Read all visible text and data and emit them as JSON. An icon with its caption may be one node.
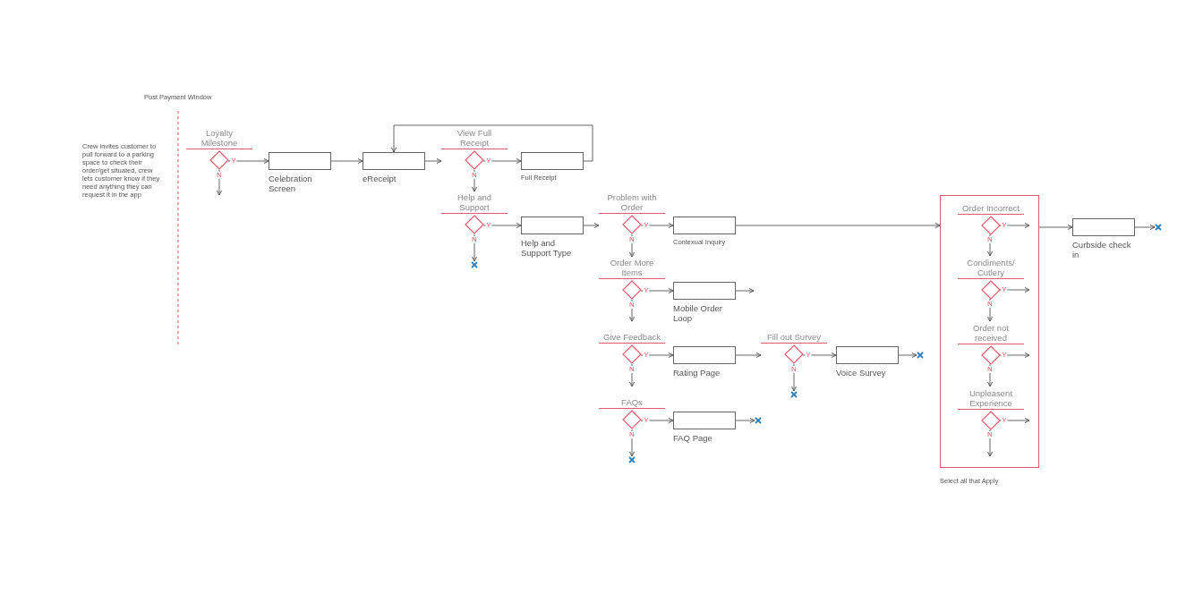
{
  "diagram": {
    "nodes": [
      {
        "text": [
          "Loyalty Milestone"
        ]
      },
      {
        "text": [
          "Celebration Screen"
        ]
      },
      {
        "text": [
          "eReceipt"
        ]
      },
      {
        "text": [
          "View Full Receipt"
        ]
      },
      {
        "text": [
          "Full Receipt"
        ]
      },
      {
        "text": [
          "Help and Support"
        ]
      },
      {
        "text": [],
        "shape": "cross"
      },
      {
        "text": [
          "Help and Support Type"
        ]
      },
      {
        "text": [
          "Problem with Order"
        ]
      },
      {
        "text": [
          "Contexual Inquiry"
        ]
      },
      {
        "text": [
          "Order More Items"
        ]
      },
      {
        "text": [
          "Mobile Order Loop"
        ]
      },
      {
        "text": [
          "Give Feedback"
        ]
      },
      {
        "text": [
          "Rating Page"
        ]
      },
      {
        "text": [
          "Fill out Survey"
        ]
      },
      {
        "text": [
          "Voice Survey"
        ]
      },
      {
        "text": [],
        "shape": "cross"
      },
      {
        "text": [],
        "shape": "cross"
      },
      {
        "text": [
          "FAQs"
        ]
      },
      {
        "text": [
          "FAQ Page"
        ]
      },
      {
        "text": [],
        "shape": "cross"
      },
      {
        "text": [],
        "shape": "cross"
      },
      {
        "text": [],
        "shape": "box",
        "beside": [
          "Select all that Apply"
        ]
      },
      {
        "text": [
          "Order Incorrect"
        ],
        "in": 22
      },
      {
        "text": [
          "Condiments/ Cutlery"
        ],
        "in": 22
      },
      {
        "text": [
          "Order not received"
        ],
        "in": 22
      },
      {
        "text": [
          "Unpleasent Experience"
        ],
        "in": 22
      },
      {
        "text": [
          "Curbside check in"
        ]
      },
      {
        "text": [],
        "shape": "cross"
      }
    ],
    "edges": [
      {
        "from": 0,
        "to": 1,
        "arrow": "to",
        "label": "Y"
      },
      {
        "from": 0,
        "to": null,
        "arrow": "to",
        "label": "N"
      },
      {
        "from": 1,
        "to": 2,
        "arrow": "to"
      },
      {
        "from": 2,
        "to": 3,
        "arrow": "to"
      },
      {
        "from": 3,
        "to": 4,
        "arrow": "to",
        "label": "Y"
      },
      {
        "from": 4,
        "to": 2,
        "arrow": "to"
      },
      {
        "from": 3,
        "to": 5,
        "arrow": "to",
        "label": "N"
      },
      {
        "from": 5,
        "to": 7,
        "arrow": "to",
        "label": "Y"
      },
      {
        "from": 5,
        "to": 6,
        "arrow": "to",
        "label": "N"
      },
      {
        "from": 7,
        "to": 8,
        "arrow": "to"
      },
      {
        "from": 8,
        "to": 9,
        "arrow": "to",
        "label": "Y"
      },
      {
        "from": 8,
        "to": 10,
        "arrow": "to",
        "label": "N"
      },
      {
        "from": 9,
        "to": 22,
        "arrow": "to"
      },
      {
        "from": 10,
        "to": 11,
        "arrow": "to",
        "label": "Y"
      },
      {
        "from": 10,
        "to": 12,
        "arrow": "to",
        "label": "N"
      },
      {
        "from": 11,
        "to": null,
        "arrow": "to"
      },
      {
        "from": 12,
        "to": 13,
        "arrow": "to",
        "label": "Y"
      },
      {
        "from": 12,
        "to": 18,
        "arrow": "to",
        "label": "N"
      },
      {
        "from": 13,
        "to": 14,
        "arrow": "to"
      },
      {
        "from": 14,
        "to": 15,
        "arrow": "to",
        "label": "Y"
      },
      {
        "from": 14,
        "to": 17,
        "arrow": "to",
        "label": "N"
      },
      {
        "from": 15,
        "to": 16,
        "arrow": "to"
      },
      {
        "from": 18,
        "to": 19,
        "arrow": "to",
        "label": "Y"
      },
      {
        "from": 18,
        "to": 21,
        "arrow": "to",
        "label": "N"
      },
      {
        "from": 19,
        "to": 20,
        "arrow": "to"
      },
      {
        "from": 23,
        "to": null,
        "arrow": "to",
        "label": "Y"
      },
      {
        "from": 23,
        "to": 24,
        "arrow": "to",
        "label": "N"
      },
      {
        "from": 24,
        "to": null,
        "arrow": "to",
        "label": "Y"
      },
      {
        "from": 24,
        "to": 25,
        "arrow": "to",
        "label": "N"
      },
      {
        "from": 25,
        "to": null,
        "arrow": "to",
        "label": "Y"
      },
      {
        "from": 25,
        "to": 26,
        "arrow": "to",
        "label": "N"
      },
      {
        "from": 26,
        "to": null,
        "arrow": "to",
        "label": "Y"
      },
      {
        "from": 26,
        "to": null,
        "arrow": "to",
        "label": "N"
      },
      {
        "from": 22,
        "to": 27,
        "arrow": "to"
      },
      {
        "from": 27,
        "to": 28,
        "arrow": "to"
      }
    ],
    "labels": [
      "Post Payment Window",
      "Crew invites customer to pull forward to a parking space to check their order/get situated, crew lets customer know if they need anything they can request it in the app"
    ]
  }
}
